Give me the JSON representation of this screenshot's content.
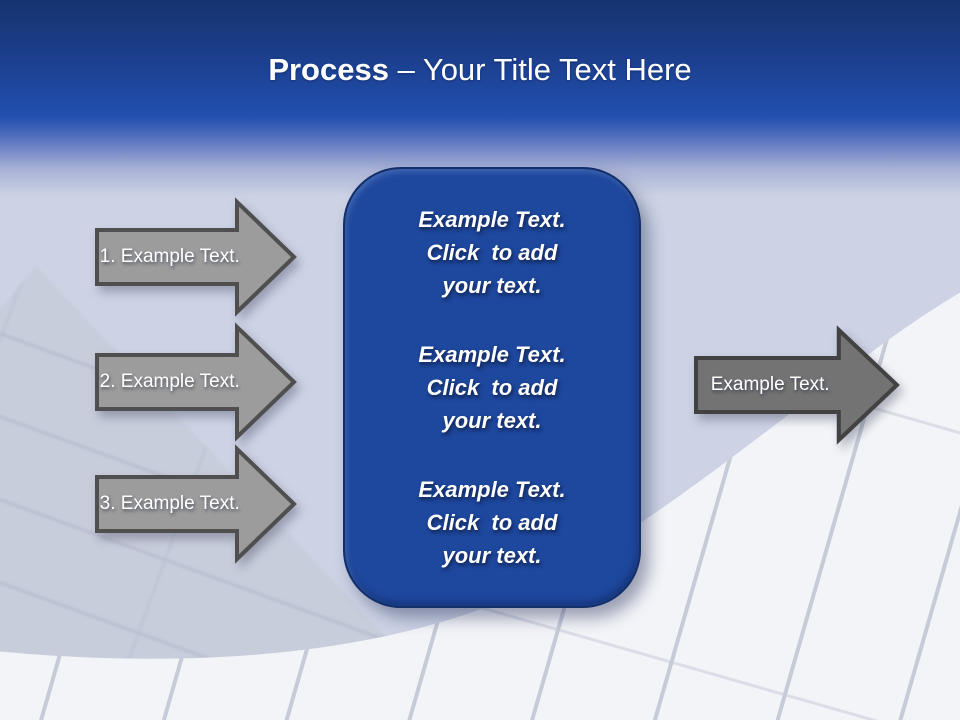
{
  "slide": {
    "title": {
      "bold": "Process",
      "rest": " – Your Title Text Here"
    },
    "left_arrows": [
      {
        "label": "1. Example Text."
      },
      {
        "label": "2. Example Text."
      },
      {
        "label": "3. Example Text."
      }
    ],
    "center_box": {
      "paragraphs": [
        "Example Text.\nClick  to add\nyour text.",
        "Example Text.\nClick  to add\nyour text.",
        "Example Text.\nClick  to add\nyour text."
      ]
    },
    "right_arrow": {
      "label": "Example Text."
    },
    "colors": {
      "header_top": "#16336f",
      "header_bottom": "#2150b0",
      "sky": "#cdd3e5",
      "box_fill": "#1e489e",
      "box_border": "#122f6a",
      "arrow_fill": "#9c9c9c",
      "arrow_stroke": "#4f4f4f",
      "right_arrow_fill": "#737373",
      "right_arrow_stroke": "#424242",
      "text": "#ffffff",
      "tile_light": "#f3f4f8",
      "tile_line": "#c6cbd8",
      "tile_shade": "#c7ccda",
      "tile_shade_line": "#b6bccc"
    }
  }
}
